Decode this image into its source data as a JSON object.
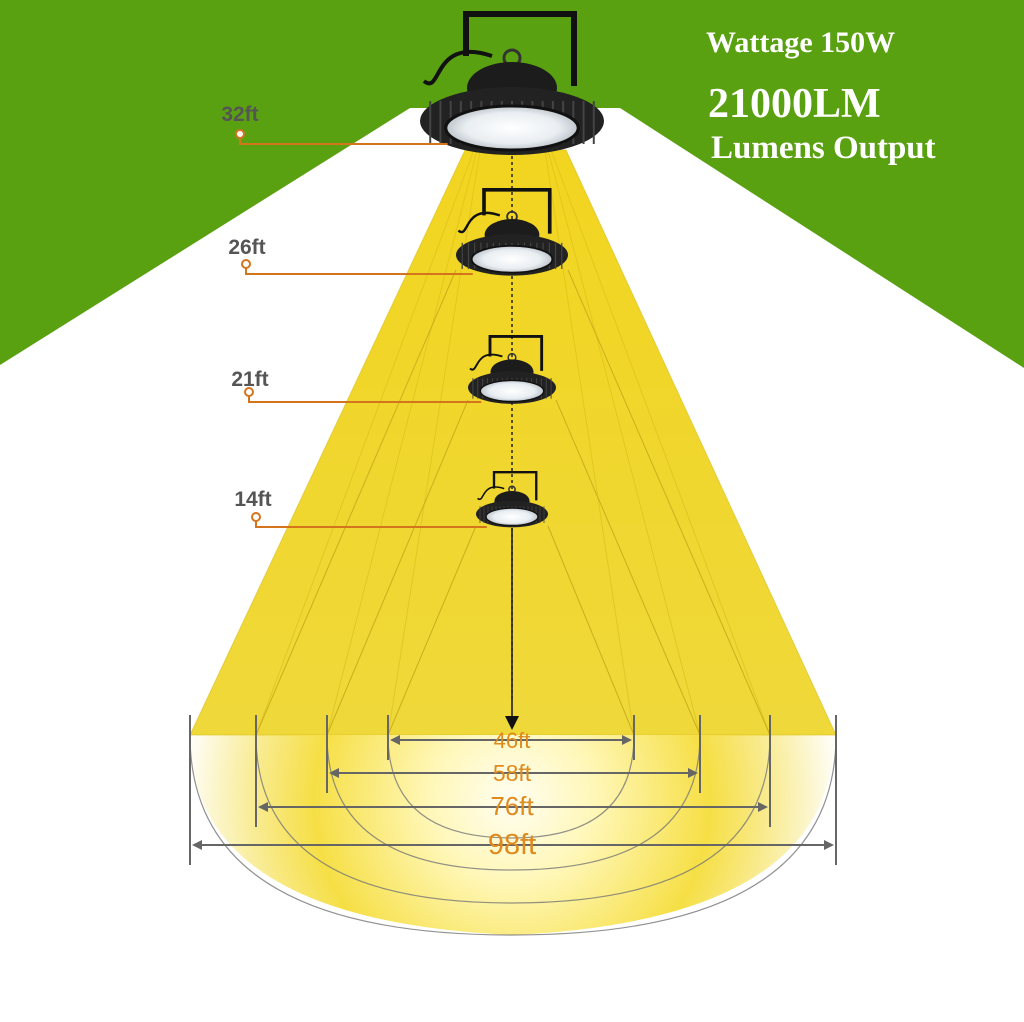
{
  "headline": {
    "wattage": "Wattage 150W",
    "lumens": "21000LM",
    "output": "Lumens Output"
  },
  "colors": {
    "ceiling_green": "#5aa112",
    "beam_yellow": "#f0d72a",
    "beam_core": "#fffce4",
    "leader_orange": "#d4741c",
    "width_label": "#e08a1e",
    "height_label": "#555555",
    "dimension_line": "#666666"
  },
  "mounting_heights": [
    {
      "label": "32ft"
    },
    {
      "label": "26ft"
    },
    {
      "label": "21ft"
    },
    {
      "label": "14ft"
    }
  ],
  "beam_widths": [
    {
      "label": "46ft"
    },
    {
      "label": "58ft"
    },
    {
      "label": "76ft"
    },
    {
      "label": "98ft"
    }
  ],
  "fixture_icon": "ufo-high-bay-light-icon"
}
